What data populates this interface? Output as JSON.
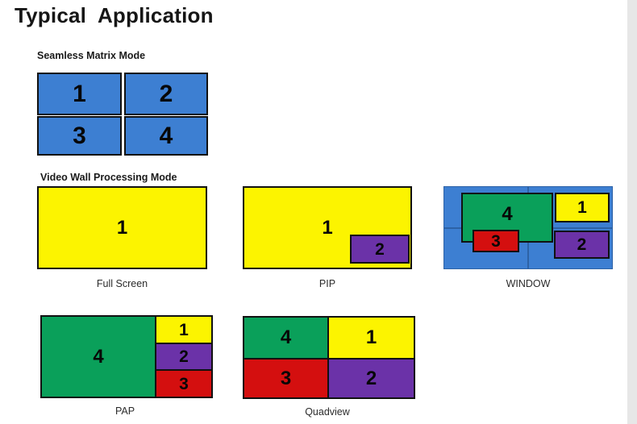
{
  "page": {
    "title": "Typical  Application",
    "background_color": "#ffffff",
    "gutter_color": "#e7e7e7"
  },
  "palette": {
    "blue": "#3d7fd2",
    "yellow": "#fcf400",
    "green": "#0aa05a",
    "purple": "#6b32a8",
    "red": "#d40f0f",
    "outline": "#111111"
  },
  "sections": [
    {
      "id": "seamless-matrix",
      "label": "Seamless Matrix Mode",
      "tiles": [
        {
          "num": "1",
          "color": "#3d7fd2"
        },
        {
          "num": "2",
          "color": "#3d7fd2"
        },
        {
          "num": "3",
          "color": "#3d7fd2"
        },
        {
          "num": "4",
          "color": "#3d7fd2"
        }
      ]
    },
    {
      "id": "video-wall",
      "label": "Video Wall Processing Mode"
    }
  ],
  "modes": [
    {
      "id": "full-screen",
      "caption": "Full Screen",
      "windows": [
        {
          "num": "1",
          "color": "#fcf400"
        }
      ]
    },
    {
      "id": "pip",
      "caption": "PIP",
      "windows": [
        {
          "num": "1",
          "color": "#fcf400"
        },
        {
          "num": "2",
          "color": "#6b32a8"
        }
      ]
    },
    {
      "id": "window",
      "caption": "WINDOW",
      "windows": [
        {
          "num": "4",
          "color": "#0aa05a"
        },
        {
          "num": "1",
          "color": "#fcf400"
        },
        {
          "num": "3",
          "color": "#d40f0f"
        },
        {
          "num": "2",
          "color": "#6b32a8"
        }
      ]
    },
    {
      "id": "pap",
      "caption": "PAP",
      "windows": [
        {
          "num": "4",
          "color": "#0aa05a"
        },
        {
          "num": "1",
          "color": "#fcf400"
        },
        {
          "num": "2",
          "color": "#6b32a8"
        },
        {
          "num": "3",
          "color": "#d40f0f"
        }
      ]
    },
    {
      "id": "quadview",
      "caption": "Quadview",
      "windows": [
        {
          "num": "4",
          "color": "#0aa05a"
        },
        {
          "num": "1",
          "color": "#fcf400"
        },
        {
          "num": "3",
          "color": "#d40f0f"
        },
        {
          "num": "2",
          "color": "#6b32a8"
        }
      ]
    }
  ]
}
